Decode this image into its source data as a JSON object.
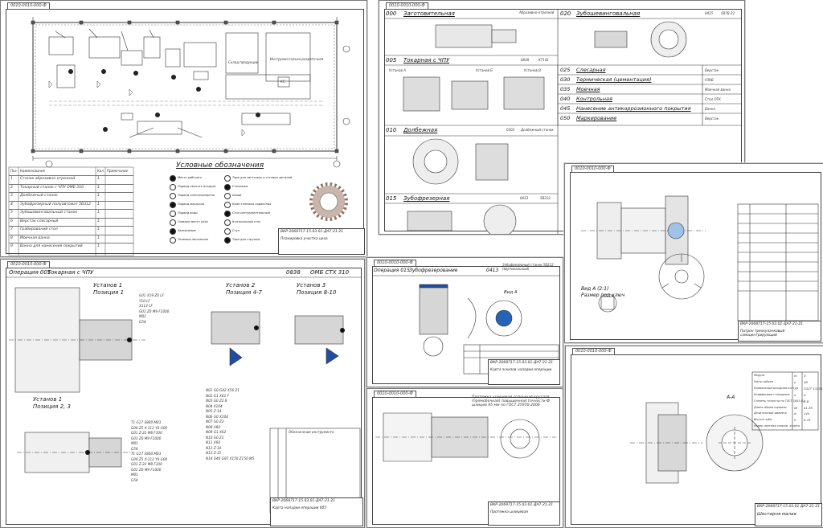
{
  "sheet_tag": "0010-0010-000-Ф",
  "layout_sheet": {
    "equipment_header": {
      "pos": "Поз",
      "name": "Наименование",
      "qty": "Кол.",
      "note": "Примечание"
    },
    "equipment": [
      {
        "pos": "1",
        "name": "Станок абразивно-отрезной",
        "qty": "1"
      },
      {
        "pos": "2",
        "name": "Токарный станок с ЧПУ ОМБ 310",
        "qty": "1"
      },
      {
        "pos": "3",
        "name": "Долбежный станок",
        "qty": "1"
      },
      {
        "pos": "4",
        "name": "Зубофрезерный полуавтомат 5В312",
        "qty": "1"
      },
      {
        "pos": "5",
        "name": "Зубошевинговальный станок",
        "qty": "1"
      },
      {
        "pos": "6",
        "name": "Верстак слесарный",
        "qty": "1"
      },
      {
        "pos": "7",
        "name": "Грабирований стол",
        "qty": "1"
      },
      {
        "pos": "8",
        "name": "Моечная ванна",
        "qty": "1"
      },
      {
        "pos": "9",
        "name": "Ванна для нанесения покрытий",
        "qty": "1"
      }
    ],
    "legend_title": "Условные обозначения",
    "legend": [
      "Место рабочего",
      "Подвод сжатого воздуха",
      "Подвод электроэнергии",
      "Подвод эмульсии",
      "Подвод воды",
      "Главное место у/п/к",
      "Заземление",
      "Тележка напольная",
      "Тара для заготовок и готовых деталей",
      "Стеллажи",
      "Шкаф",
      "Кран-тележка подвесная",
      "Стол инструментальный",
      "Контрольный стол",
      "Стул",
      "Тара для стружки"
    ],
    "rooms": [
      "Склад продукции",
      "Инструментально-раздаточная",
      "КС"
    ],
    "stamp_code": "ВКР-2068717-15.03.01-ДА7-21-21",
    "stamp_name": "Планировка участка цеха"
  },
  "operations_sheet": {
    "ops": [
      {
        "code": "000",
        "name": "Заготовительная",
        "equip": "Абразивно-отрезной"
      },
      {
        "code": "020",
        "name": "Зубошевинговальная",
        "num": "0415",
        "model": "5В7В-22"
      },
      {
        "code": "005",
        "name": "Токарная с ЧПУ",
        "num": "0838",
        "model": "КТ141"
      },
      {
        "code": "025",
        "name": "Слесарная",
        "equip": "Верстак"
      },
      {
        "code": "030",
        "name": "Термическая (цементация)",
        "equip": "УЗНВ"
      },
      {
        "code": "035",
        "name": "Моечная",
        "equip": "Моечная ванна"
      },
      {
        "code": "040",
        "name": "Контрольная",
        "equip": "Стол ОТК"
      },
      {
        "code": "045",
        "name": "Нанесение антикоррозионного покрытия",
        "equip": "Ванна"
      },
      {
        "code": "050",
        "name": "Маркирование",
        "equip": "Верстак"
      },
      {
        "code": "010",
        "name": "Долбежная",
        "num": "0303",
        "equip": "Долбежный станок"
      },
      {
        "code": "015",
        "name": "Зубофрезерная",
        "num": "0413",
        "model": "5В312"
      }
    ],
    "setup_a": "Установ А",
    "setup_b": "Установ Б",
    "setup_v": "Установ В"
  },
  "fixture_sheet": {
    "view_label": "Вид А (2:1)",
    "view_sub": "Размер под ключ",
    "stamp_code": "ВКР-2068717-15.03.01-ДА7-21-21",
    "stamp_name": "Патрон трехкулачковый самоцентрирующий"
  },
  "cnc_sheet": {
    "op_label": "Операция 005",
    "op_name": "Токарная с ЧПУ",
    "num": "0838",
    "machine": "ОМБ СТХ 310",
    "setup1_pos1": [
      "Установ 1",
      "Позиция 1"
    ],
    "setup2_pos": [
      "Установ 2",
      "Позиция 4-7"
    ],
    "setup3_pos": [
      "Установ 3",
      "Позиция 8-10"
    ],
    "setup1_pos23": [
      "Установ 1",
      "Позиция 2, 3"
    ],
    "program1": [
      "G01 X19 Z0 LF",
      "Y10 LF",
      "X112 LF",
      "G01 Z0 M9 F1000",
      "M01",
      "G54"
    ],
    "program2": [
      "T1 G17 S800 M03",
      "G00 Z5 X-112 Y0 G00",
      "G01 Z-22 M8 F100",
      "G01 Z0 M9 F1000",
      "M01",
      "G54",
      "T1 G17 S800 M03",
      "G00 Z5 X-112 Y0 G00",
      "G01 Z-22 M8 F100",
      "G01 Z0 M9 F1000",
      "M01",
      "G54"
    ],
    "program3": [
      "N01 G0 G42 X56 Z1",
      "N02 G1 X61 F",
      "N03 G0 Z2.8",
      "N04 X104",
      "N05 Z-14",
      "N06 G0 X104",
      "N07 G0 Z2",
      "N08 X60",
      "N09 G1 X62",
      "N10 G0 Z1",
      "N11 X60",
      "N12 Z-10",
      "N13 Z-15",
      "N14 G40 G97 X150 Z150 M5"
    ],
    "tools_title": "Обозначение инструмента",
    "stamp_code": "ВКР-2068717-15.03.01-ДА7-21-21",
    "stamp_name": "Карта наладки операции 005"
  },
  "gear_hob_sheet": {
    "op_label": "Операция 015",
    "op_name": "Зубофрезерование",
    "num": "0413",
    "machine": "Зубофрезерный станок 5В312 (вертикальный)",
    "view": "Вид А",
    "stamp_code": "ВКР-2068717-15.03.01-ДА7-21-21",
    "stamp_name": "Карта эскизов наладки операции"
  },
  "broach_sheet": {
    "title": "Протяжка шлицевая сплошная круглая (прямобочная) повышенной точности Ф шлицев 95 мм по ГОСТ 25970-2006",
    "stamp_code": "ВКР-2068717-15.03.01-ДА7-21-21",
    "stamp_name": "Протяжка шлицевая"
  },
  "part_sheet": {
    "section": "А-А",
    "params": [
      {
        "name": "Модуль",
        "sym": "m",
        "val": "3"
      },
      {
        "name": "Число зубьев",
        "sym": "z",
        "val": "48"
      },
      {
        "name": "Нормальный исходный контур",
        "sym": "-",
        "val": "ГОСТ 13755-81"
      },
      {
        "name": "Коэффициент смещения",
        "sym": "x",
        "val": "0"
      },
      {
        "name": "Степень точности по ГОСТ 1643-81",
        "sym": "-",
        "val": "8-В"
      },
      {
        "name": "Длина общей нормали",
        "sym": "W",
        "val": "41.39"
      },
      {
        "name": "Делительный диаметр",
        "sym": "d",
        "val": "144"
      },
      {
        "name": "Высота зуба",
        "sym": "h",
        "val": "6.75"
      },
      {
        "name": "Номер чертежа сопряж. колеса",
        "sym": "-",
        "val": "-"
      }
    ],
    "stamp_code": "ВКР-2068717-15.03.01-ДА7-21-21",
    "stamp_name": "Шестерня малая"
  }
}
